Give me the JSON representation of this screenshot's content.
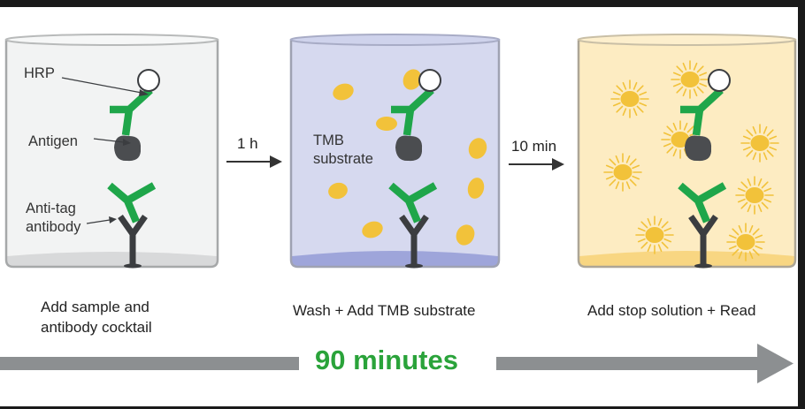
{
  "colors": {
    "antibody_green": "#1fa64a",
    "capture_antibody": "#3b3d40",
    "antigen": "#4b4d50",
    "tmb_yellow": "#f2c23a",
    "timeline_gray": "#8c8f91",
    "timeline_text": "#2aa33a"
  },
  "labels": {
    "hrp": "HRP",
    "antigen": "Antigen",
    "anti_tag_line1": "Anti-tag",
    "anti_tag_line2": "antibody",
    "tmb_line1": "TMB",
    "tmb_line2": "substrate"
  },
  "steps": [
    {
      "line1": "Add sample and",
      "line2": "antibody cocktail"
    },
    {
      "line1": "Wash + Add TMB substrate"
    },
    {
      "line1": "Add stop solution + Read"
    }
  ],
  "intervals": [
    "1 h",
    "10 min"
  ],
  "timeline": {
    "total": "90 minutes"
  }
}
